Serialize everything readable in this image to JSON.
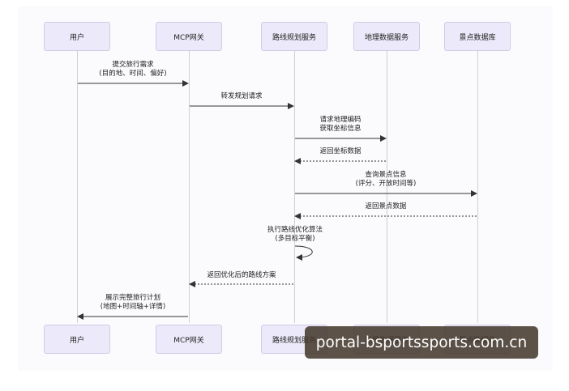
{
  "actors": [
    {
      "id": "user",
      "label": "用户"
    },
    {
      "id": "gateway",
      "label": "MCP网关"
    },
    {
      "id": "route",
      "label": "路线规划服务"
    },
    {
      "id": "geo",
      "label": "地理数据服务"
    },
    {
      "id": "poi",
      "label": "景点数据库"
    }
  ],
  "messages": [
    {
      "from": "user",
      "to": "gateway",
      "style": "solid",
      "text": "提交旅行需求\n(目的地、时间、偏好)"
    },
    {
      "from": "gateway",
      "to": "route",
      "style": "solid",
      "text": "转发规划请求"
    },
    {
      "from": "route",
      "to": "geo",
      "style": "solid",
      "text": "请求地理编码\n获取坐标信息"
    },
    {
      "from": "geo",
      "to": "route",
      "style": "dashed",
      "text": "返回坐标数据"
    },
    {
      "from": "route",
      "to": "poi",
      "style": "solid",
      "text": "查询景点信息\n(评分、开放时间等)"
    },
    {
      "from": "poi",
      "to": "route",
      "style": "dashed",
      "text": "返回景点数据"
    },
    {
      "from": "route",
      "to": "route",
      "style": "solid",
      "text": "执行路线优化算法\n(多目标平衡)"
    },
    {
      "from": "route",
      "to": "gateway",
      "style": "dashed",
      "text": "返回优化后的路线方案"
    },
    {
      "from": "gateway",
      "to": "user",
      "style": "solid",
      "text": "展示完整旅行计划\n(地图+时间轴+详情)"
    }
  ],
  "watermark": "portal-bsportssports.com.cn"
}
